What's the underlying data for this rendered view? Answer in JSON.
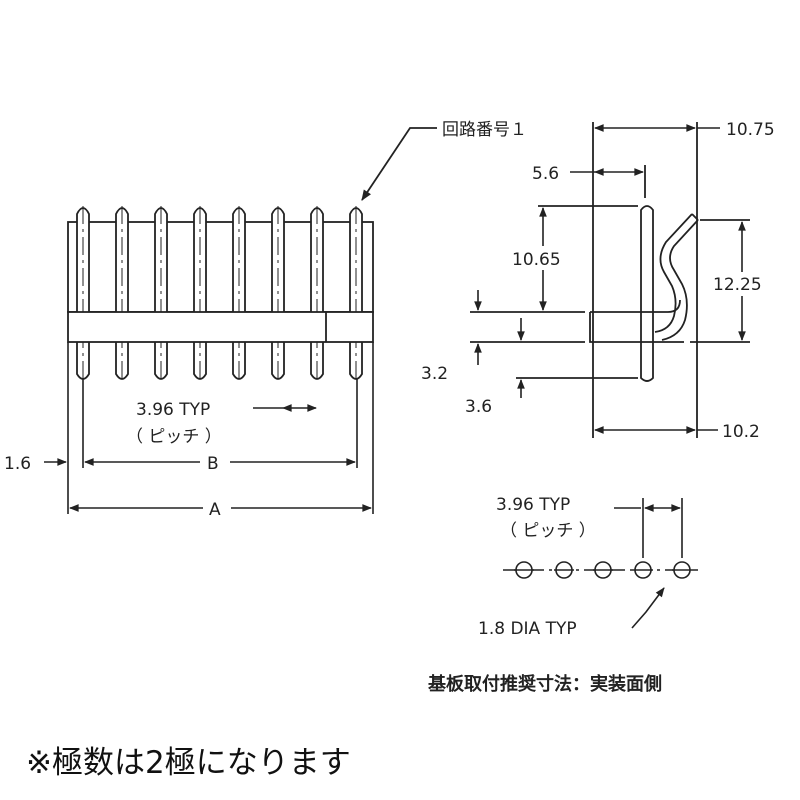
{
  "front_view": {
    "circuit_no_label": "回路番号１",
    "pitch_label": "3.96 TYP",
    "pitch_sub": "（ ピッチ ）",
    "dim_edge": "1.6",
    "dim_b": "B",
    "dim_a": "A"
  },
  "side_view": {
    "dim_top": "10.75",
    "dim_offset": "5.6",
    "dim_pin_height": "10.65",
    "dim_bend_height": "12.25",
    "dim_body": "3.2",
    "dim_tail": "3.6",
    "dim_depth": "10.2"
  },
  "pcb_layout": {
    "pitch_label": "3.96 TYP",
    "pitch_sub": "（ ピッチ ）",
    "hole_label": "1.8 DIA TYP",
    "caption": "基板取付推奨寸法：実装面側"
  },
  "footnote": "※極数は2極になります",
  "colors": {
    "line": "#222222",
    "background": "#ffffff"
  }
}
